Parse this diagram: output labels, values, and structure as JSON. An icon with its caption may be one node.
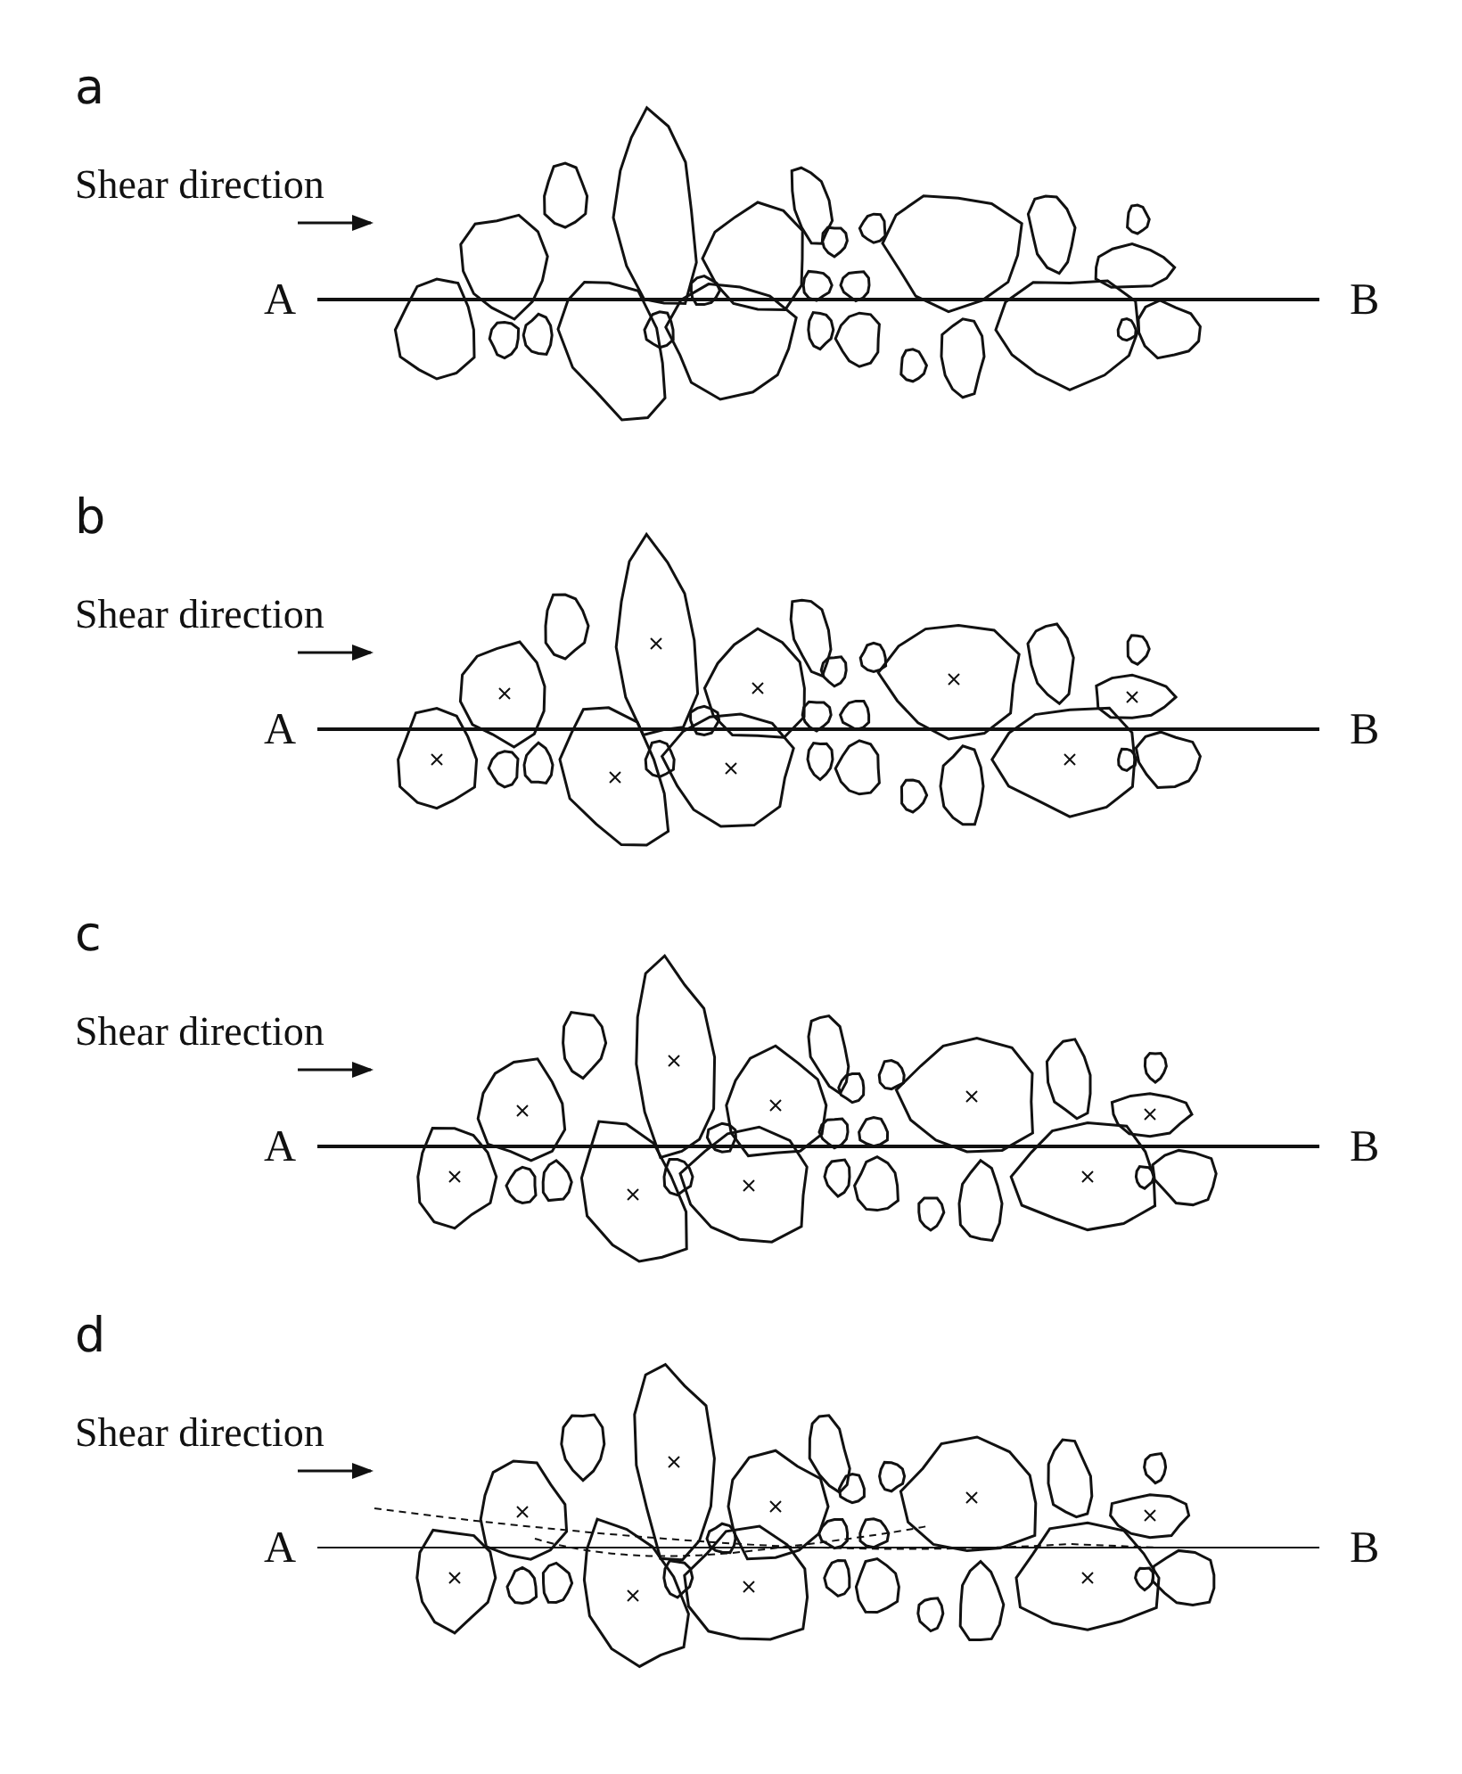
{
  "diagram": {
    "labels": [
      "a",
      "Shear direction",
      "A",
      "B",
      "b",
      "Shear direction",
      "A",
      "B",
      "c",
      "Shear direction",
      "A",
      "B",
      "d",
      "Shear direction",
      "A",
      "B"
    ]
  }
}
